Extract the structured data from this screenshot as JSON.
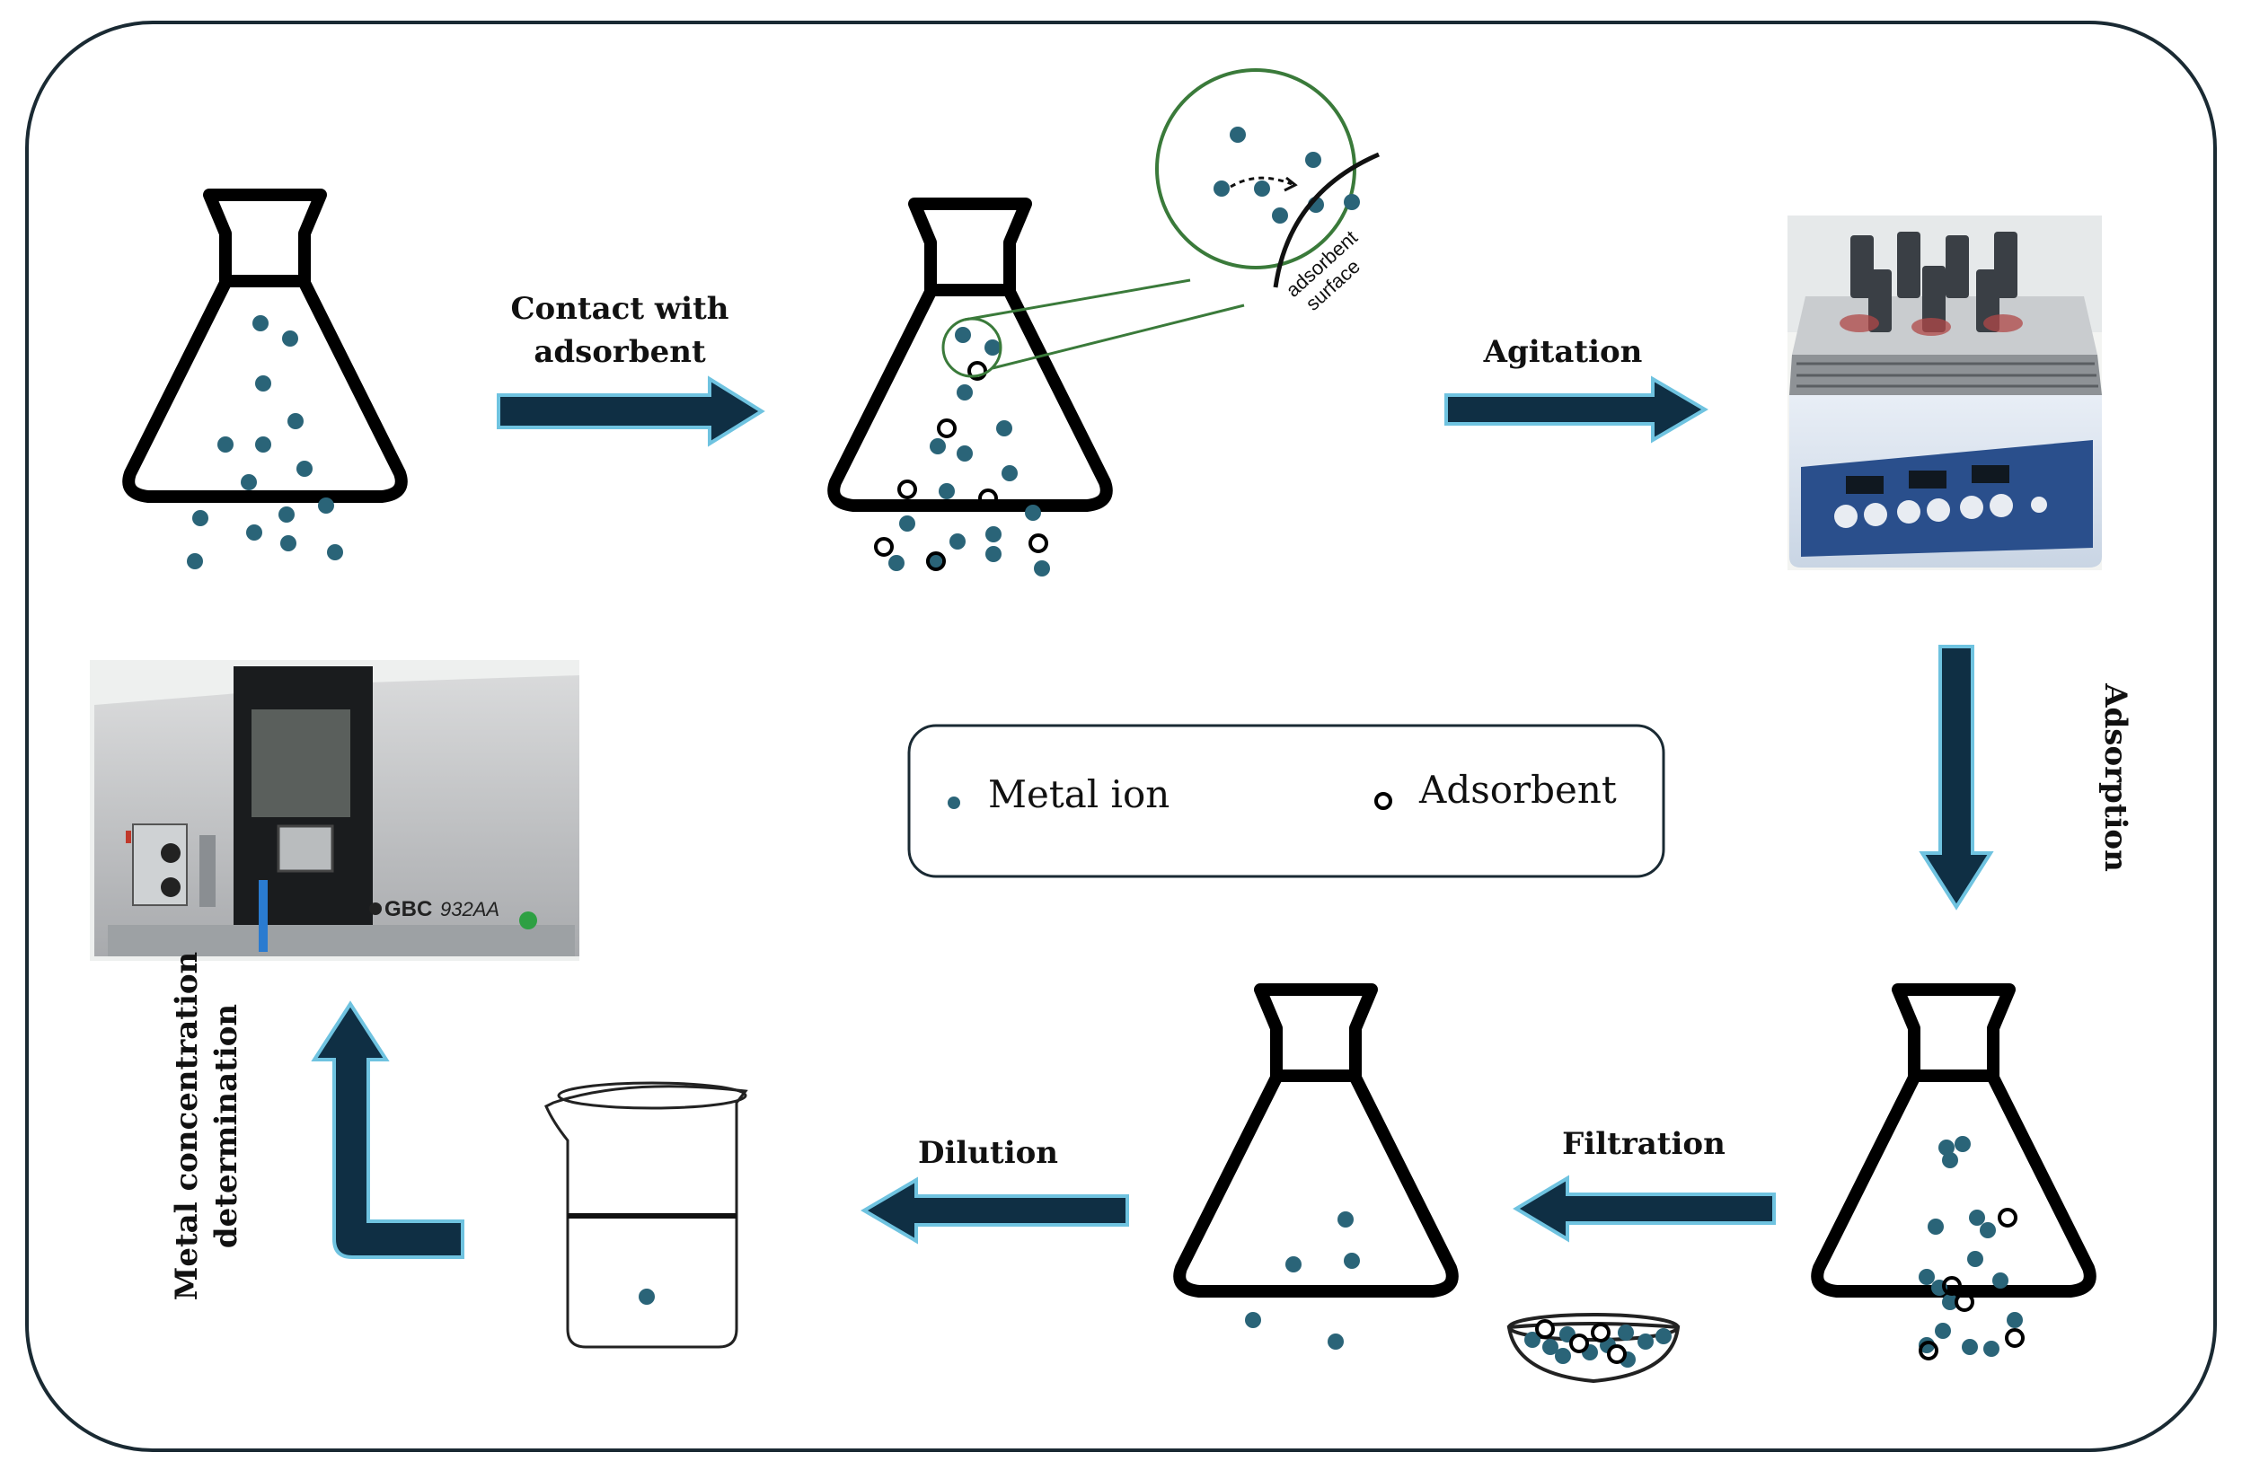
{
  "colors": {
    "ion": "#2a6478",
    "arrow": "#0f2f44",
    "arrow_outline": "#6fc3e0",
    "zoom": "#3a7a3a",
    "frame": "#1a2a33"
  },
  "steps": {
    "contact": {
      "line1": "Contact with",
      "line2": "adsorbent"
    },
    "agitation": "Agitation",
    "adsorption": "Adsorption",
    "filtration": "Filtration",
    "dilution": "Dilution",
    "determination": {
      "line1": "Metal concentration",
      "line2": "determination"
    }
  },
  "zoom": {
    "surface_label_1": "adsorbent",
    "surface_label_2": "surface"
  },
  "legend": {
    "metal_ion": "Metal ion",
    "adsorbent": "Adsorbent"
  },
  "instrument": {
    "brand": "GBC",
    "model": "932AA"
  },
  "icons": [
    "flask-icon",
    "beaker-icon",
    "shaker-icon",
    "spectrometer-icon",
    "filter-dish-icon",
    "arrow-icon"
  ]
}
